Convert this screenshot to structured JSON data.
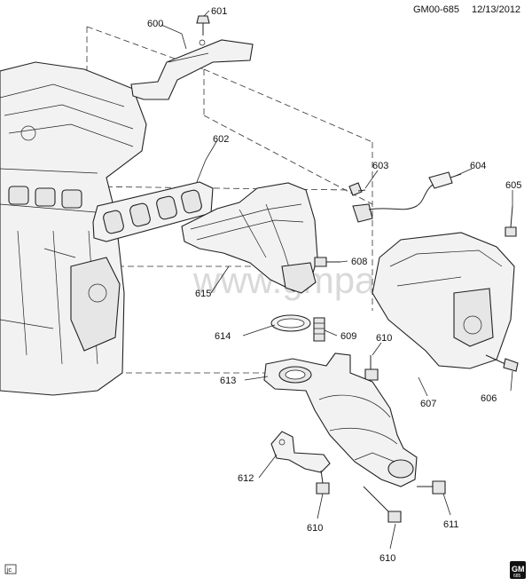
{
  "header": {
    "drawing_id": "GM00-685",
    "date": "12/13/2012"
  },
  "watermark": "www.gmpartsa.ru",
  "labels": {
    "l600": "600",
    "l601": "601",
    "l602": "602",
    "l603": "603",
    "l604": "604",
    "l605": "605",
    "l606": "606",
    "l607": "607",
    "l608": "608",
    "l609": "609",
    "l610a": "610",
    "l610b": "610",
    "l610c": "610",
    "l611": "611",
    "l612": "612",
    "l613": "613",
    "l614": "614",
    "l615": "615"
  },
  "footer": {
    "corner_mark": "jc",
    "logo_text": "GM",
    "logo_sub": "685"
  }
}
